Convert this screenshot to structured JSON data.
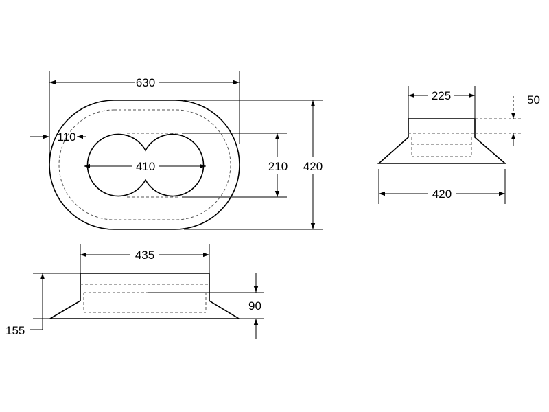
{
  "dimensions": {
    "plan_overall_length": "630",
    "plan_wall_thickness": "110",
    "plan_holes_span": "410",
    "plan_hole_diameter": "210",
    "plan_overall_width": "420",
    "end_view_top_width": "225",
    "end_view_flange_thickness": "50",
    "end_view_base_width": "420",
    "side_view_top_length": "435",
    "side_view_depth": "90",
    "side_view_height": "155"
  }
}
